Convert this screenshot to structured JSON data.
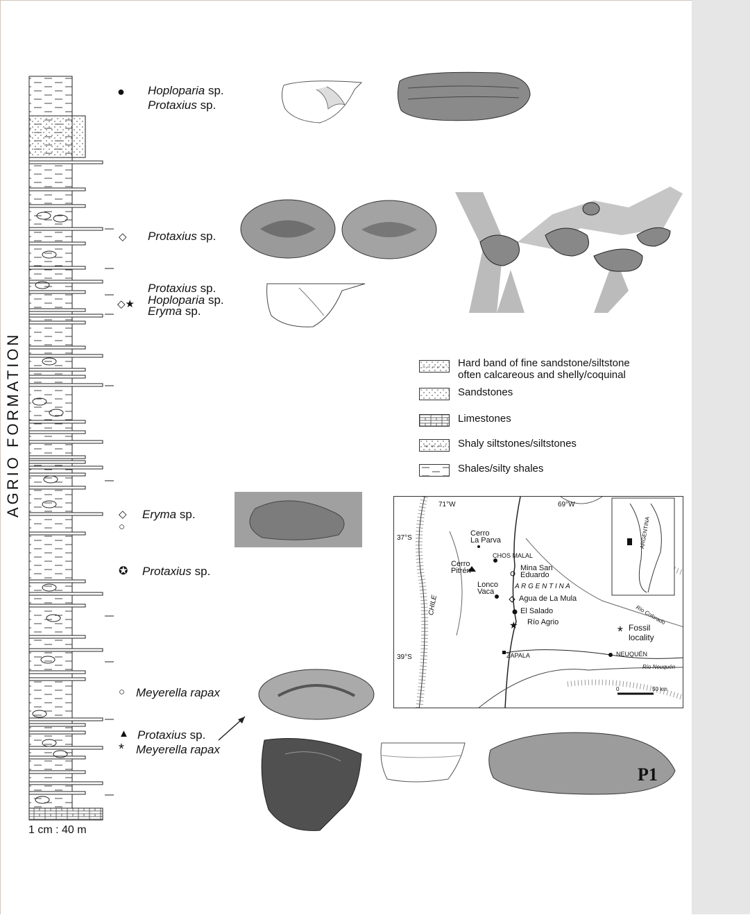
{
  "column": {
    "formation_label": "AGRIO   FORMATION",
    "scale_label": "1 cm : 40 m"
  },
  "occurrences": [
    {
      "symbol": "filled-circle",
      "lines": [
        "Hoploparia sp.",
        "Protaxius sp."
      ]
    },
    {
      "symbol": "open-diamond",
      "lines": [
        "Protaxius sp."
      ]
    },
    {
      "symbol": "diamond-star",
      "lines": [
        "Protaxius sp.",
        "Hoploparia sp.",
        "Eryma sp."
      ]
    },
    {
      "symbol": "diamond-open-circle",
      "lines": [
        "Eryma sp."
      ]
    },
    {
      "symbol": "gear",
      "lines": [
        "Protaxius sp."
      ]
    },
    {
      "symbol": "open-circle",
      "lines": [
        "Meyerella rapax"
      ]
    },
    {
      "symbol": "triangle-asterisk",
      "lines": [
        "Protaxius sp.",
        "Meyerella rapax"
      ]
    }
  ],
  "labels": {
    "occ1_a": "Hoploparia",
    "occ1_b": "Protaxius",
    "occ2": "Protaxius",
    "occ3_a": "Protaxius",
    "occ3_b": "Hoploparia",
    "occ3_c": "Eryma",
    "occ4": "Eryma",
    "occ5": "Protaxius",
    "occ6": "Meyerella rapax",
    "occ7_a": "Protaxius",
    "occ7_b": "Meyerella rapax",
    "sp": "sp."
  },
  "legend": [
    {
      "pattern": "hard-band",
      "text_1": "Hard band of fine sandstone/siltstone",
      "text_2": "often calcareous and shelly/coquinal"
    },
    {
      "pattern": "sandstone",
      "text_1": "Sandstones"
    },
    {
      "pattern": "limestone",
      "text_1": "Limestones"
    },
    {
      "pattern": "shaly-siltstone",
      "text_1": "Shaly siltstones/siltstones"
    },
    {
      "pattern": "shale",
      "text_1": "Shales/silty shales"
    }
  ],
  "map": {
    "lon_71": "71°W",
    "lon_69": "69°W",
    "lat_37": "37°S",
    "lat_39": "39°S",
    "cerro_la_parva_1": "Cerro",
    "cerro_la_parva_2": "La Parva",
    "chos_malal": "CHOS MALAL",
    "cerro_pitren_1": "Cerro",
    "cerro_pitren_2": "Pitrén",
    "mina_1": "Mina San",
    "mina_2": "Eduardo",
    "argentina": "A R G E N T I N A",
    "lonco_1": "Lonco",
    "lonco_2": "Vaca",
    "agua": "Agua de La Mula",
    "el_salado": "El Salado",
    "rio_agrio": "Río Agrio",
    "chile": "CHILE",
    "zapala": "ZAPALA",
    "neuquen": "NEUQUÉN",
    "rio_neuquen": "Río Neuquén",
    "rio_colorado": "Río Colorado",
    "fossil_1": "Fossil",
    "fossil_2": "locality",
    "scale_0": "0",
    "scale_50": "50 km",
    "inset_label": "ARGENTINA"
  }
}
